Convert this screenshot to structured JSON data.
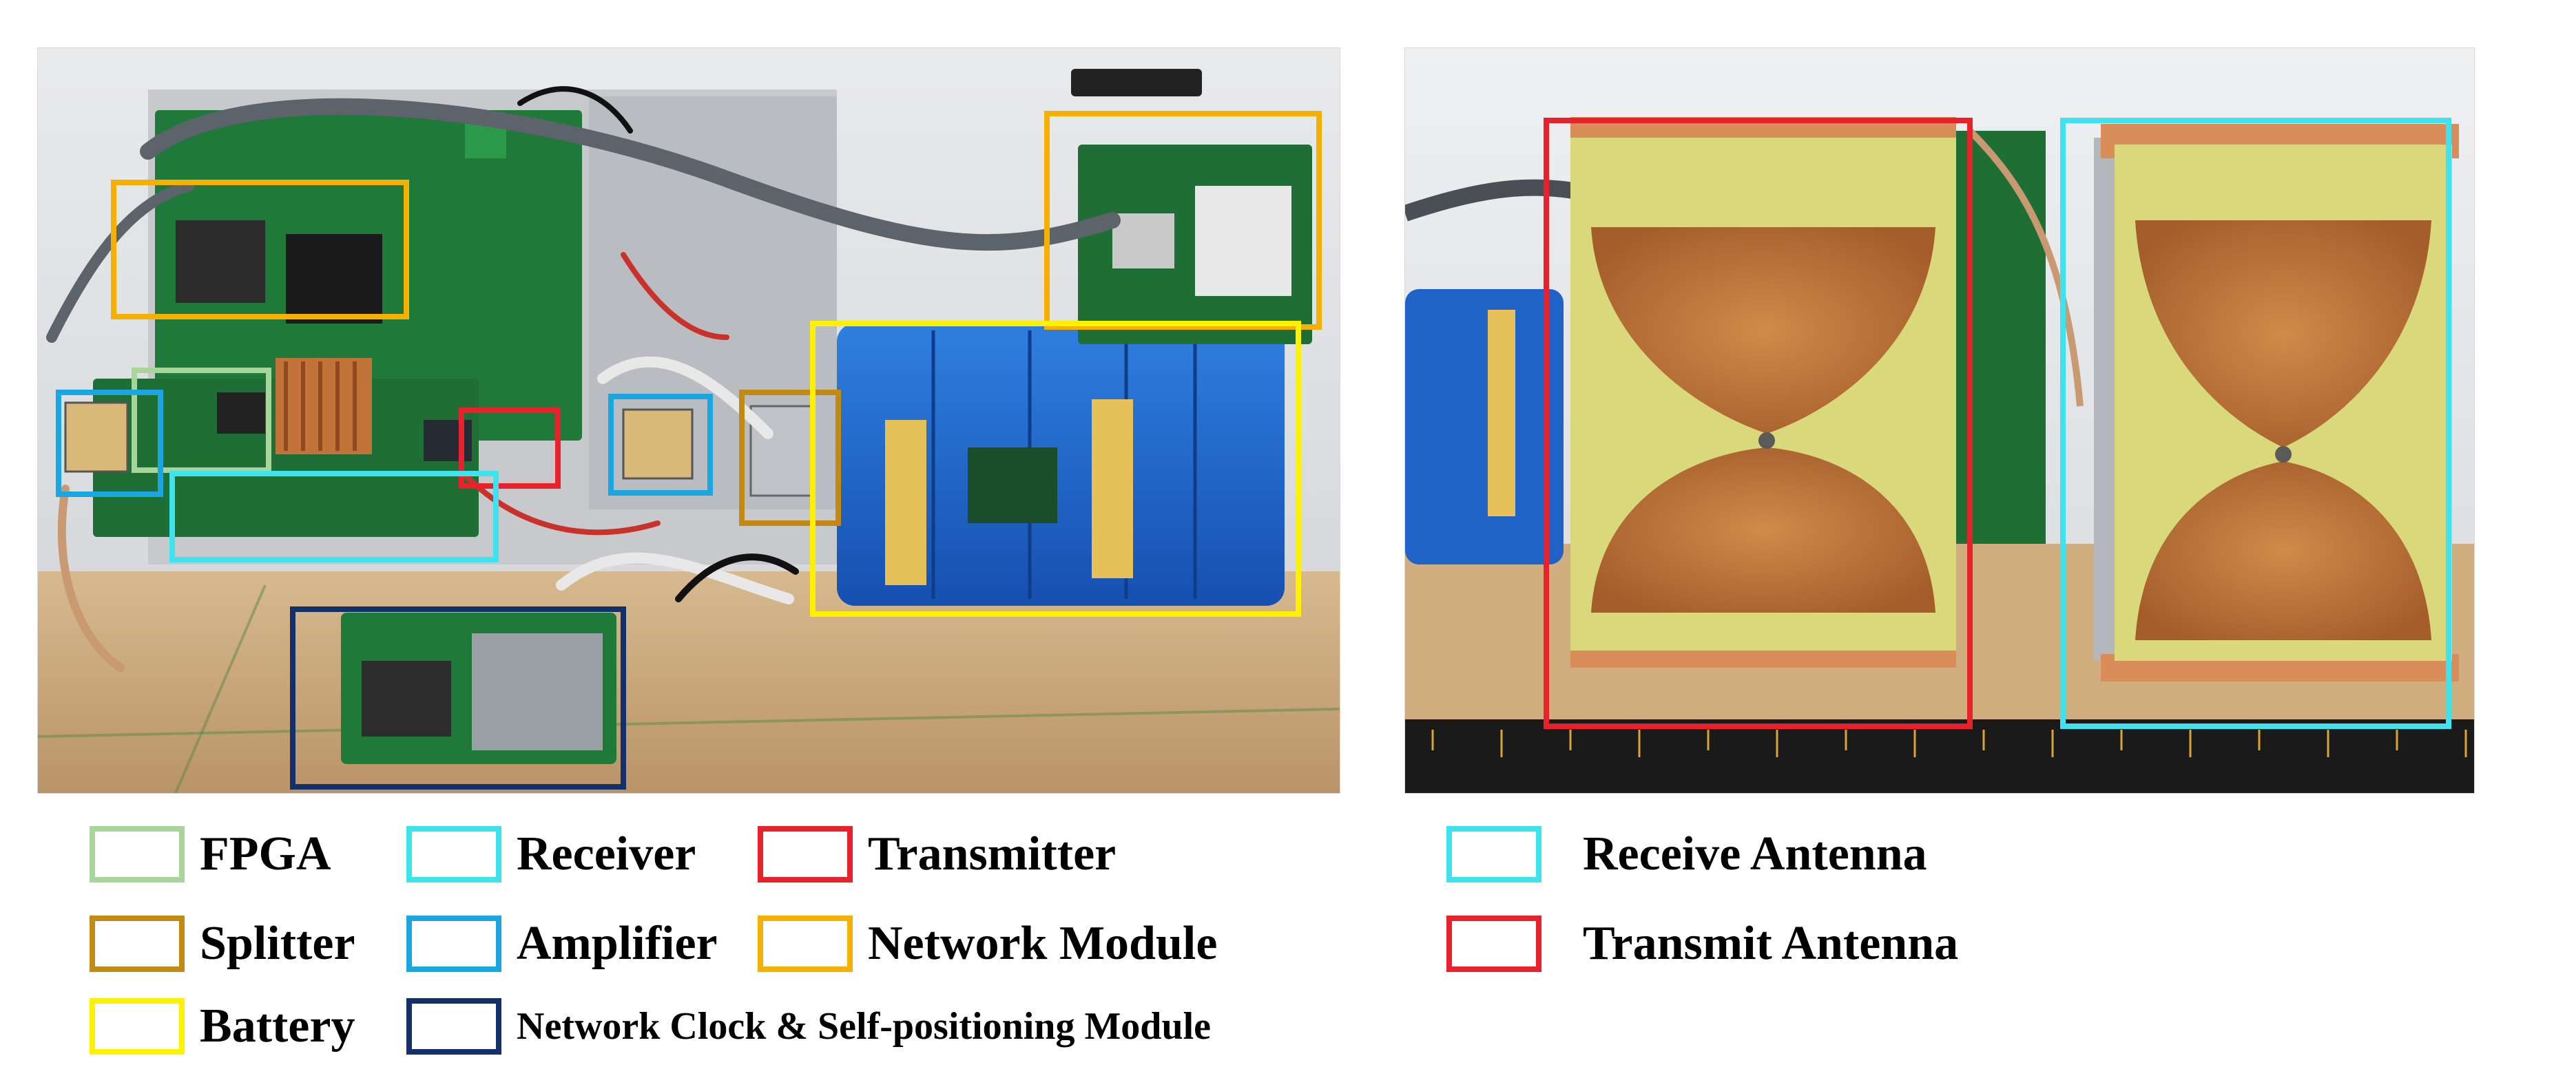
{
  "colors": {
    "fpga": "#a8d69a",
    "receiver": "#3fe3ef",
    "transmitter": "#e8212a",
    "splitter": "#c28a12",
    "amplifier": "#1aa6e0",
    "network_module": "#f5b000",
    "battery": "#fff200",
    "clock_module": "#14306b"
  },
  "left_legend": [
    {
      "key": "fpga",
      "label": "FPGA"
    },
    {
      "key": "receiver",
      "label": "Receiver"
    },
    {
      "key": "transmitter",
      "label": "Transmitter"
    },
    {
      "key": "splitter",
      "label": "Splitter"
    },
    {
      "key": "amplifier",
      "label": "Amplifier"
    },
    {
      "key": "network_module",
      "label": "Network Module"
    },
    {
      "key": "battery",
      "label": "Battery"
    },
    {
      "key": "clock_module",
      "label": "Network Clock & Self-positioning Module"
    }
  ],
  "right_legend": [
    {
      "key": "receiver",
      "label": "Receive Antenna"
    },
    {
      "key": "transmitter",
      "label": "Transmit Antenna"
    }
  ]
}
